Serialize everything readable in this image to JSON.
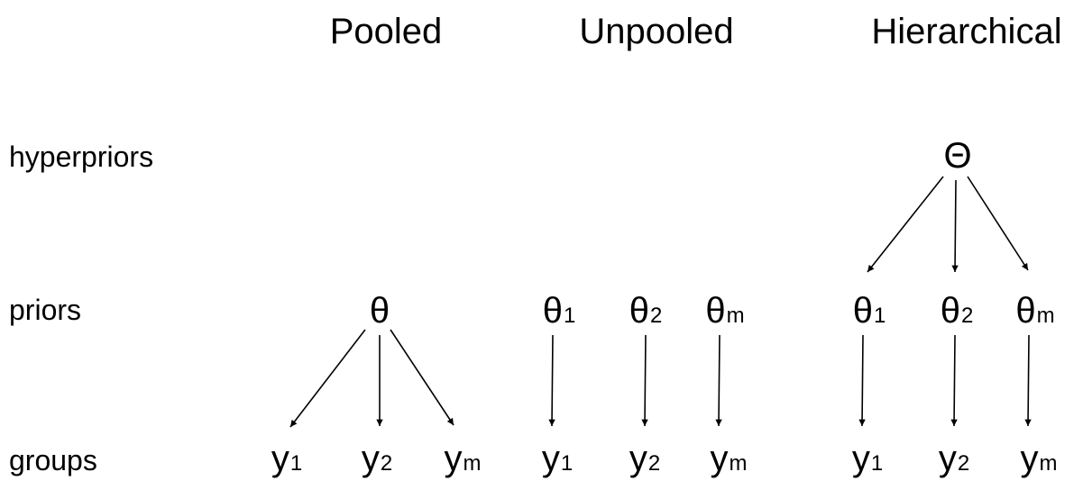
{
  "columns": {
    "pooled": "Pooled",
    "unpooled": "Unpooled",
    "hierarchical": "Hierarchical"
  },
  "rows": {
    "hyperpriors": "hyperpriors",
    "priors": "priors",
    "groups": "groups"
  },
  "symbols": {
    "hyperprior": "Θ",
    "prior": "θ",
    "group": "y"
  },
  "subscripts": {
    "first": "1",
    "second": "2",
    "last": "m"
  },
  "colors": {
    "ink": "#000000",
    "background": "#ffffff"
  }
}
